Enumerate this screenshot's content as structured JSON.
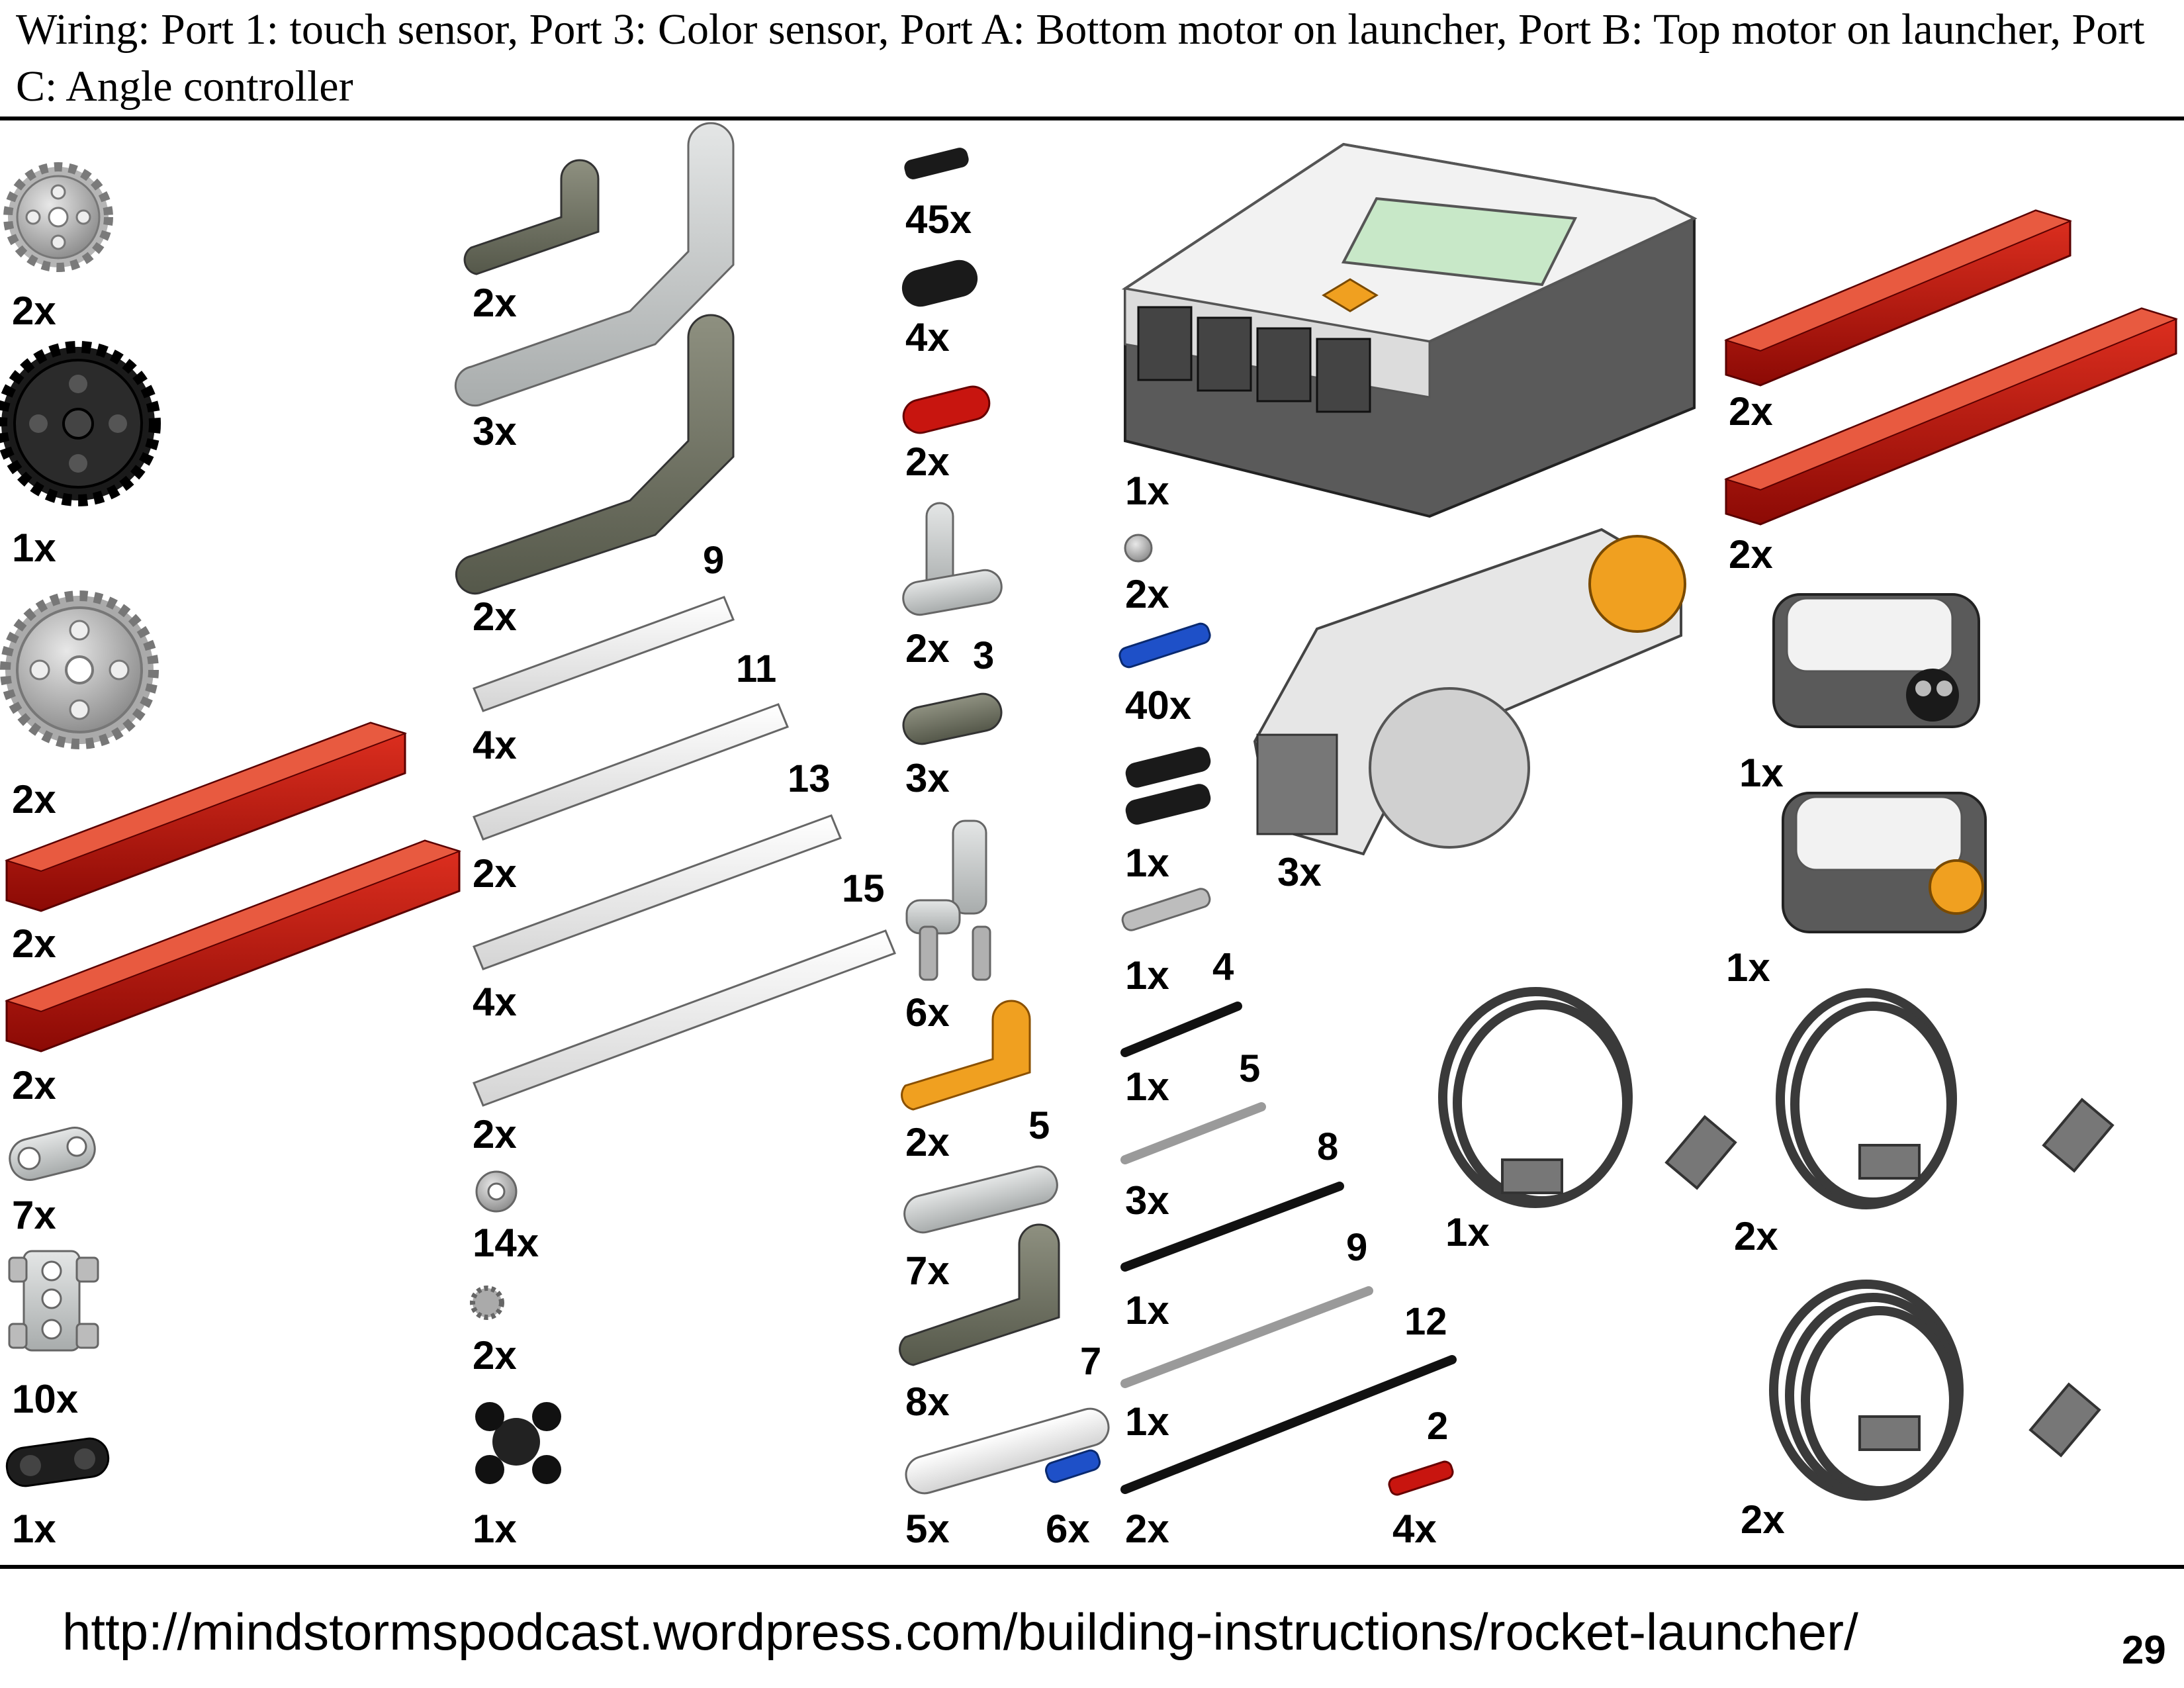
{
  "header": {
    "wiring_text": "Wiring: Port 1: touch sensor, Port 3: Color sensor, Port A: Bottom motor on launcher, Port B: Top motor on launcher, Port C: Angle controller"
  },
  "parts": {
    "col1": [
      {
        "qty": "2x",
        "icon": "gear-24-tooth-icon"
      },
      {
        "qty": "1x",
        "icon": "gear-40-tooth-black-icon"
      },
      {
        "qty": "2x",
        "icon": "gear-40-tooth-gray-icon"
      },
      {
        "qty": "2x",
        "icon": "red-technic-brick-icon"
      },
      {
        "qty": "2x",
        "icon": "red-technic-brick-icon"
      },
      {
        "qty": "7x",
        "icon": "cross-block-icon"
      },
      {
        "qty": "10x",
        "icon": "double-pin-connector-icon"
      },
      {
        "qty": "1x",
        "icon": "black-connector-icon"
      }
    ],
    "col2": [
      {
        "qty": "2x",
        "icon": "dark-l-beam-icon"
      },
      {
        "qty": "3x",
        "icon": "light-angled-beam-icon"
      },
      {
        "qty": "2x",
        "icon": "dark-angled-beam-icon"
      },
      {
        "qty": "4x",
        "len": "9",
        "icon": "beam-9-icon"
      },
      {
        "qty": "2x",
        "len": "11",
        "icon": "beam-11-icon"
      },
      {
        "qty": "4x",
        "len": "13",
        "icon": "beam-13-icon"
      },
      {
        "qty": "2x",
        "len": "15",
        "icon": "beam-15-icon"
      },
      {
        "qty": "14x",
        "icon": "bush-icon"
      },
      {
        "qty": "2x",
        "icon": "small-gear-icon"
      },
      {
        "qty": "1x",
        "icon": "black-hub-icon"
      }
    ],
    "col3": [
      {
        "qty": "45x",
        "icon": "friction-pin-icon"
      },
      {
        "qty": "4x",
        "icon": "black-beam-2-icon"
      },
      {
        "qty": "2x",
        "icon": "red-beam-2-icon"
      },
      {
        "qty": "2x",
        "icon": "t-beam-icon"
      },
      {
        "qty": "3x",
        "len": "3",
        "icon": "dark-beam-3-icon"
      },
      {
        "qty": "6x",
        "icon": "pin-joiner-icon"
      },
      {
        "qty": "2x",
        "icon": "orange-l-beam-icon"
      },
      {
        "qty": "7x",
        "len": "5",
        "icon": "beam-5-icon"
      },
      {
        "qty": "8x",
        "icon": "dark-l-beam-large-icon"
      },
      {
        "qty": "5x",
        "len": "7",
        "icon": "beam-7-icon"
      },
      {
        "qty": "6x",
        "icon": "blue-pin-icon"
      }
    ],
    "col4": [
      {
        "qty": "1x",
        "icon": "nxt-brick-icon"
      },
      {
        "qty": "2x",
        "icon": "gray-bush-icon"
      },
      {
        "qty": "40x",
        "icon": "blue-axle-pin-icon"
      },
      {
        "qty": "1x",
        "icon": "black-cross-connector-icon"
      },
      {
        "qty": "1x",
        "icon": "gray-axle-pin-icon"
      },
      {
        "qty": "1x",
        "len": "4",
        "icon": "axle-4-icon"
      },
      {
        "qty": "3x",
        "len": "5",
        "icon": "axle-5-icon"
      },
      {
        "qty": "1x",
        "len": "8",
        "icon": "axle-8-icon"
      },
      {
        "qty": "1x",
        "len": "9",
        "icon": "axle-9-icon"
      },
      {
        "qty": "2x",
        "len": "12",
        "icon": "axle-12-icon"
      },
      {
        "qty": "4x",
        "len": "2",
        "icon": "red-axle-2-icon"
      },
      {
        "qty": "3x",
        "icon": "servo-motor-icon"
      }
    ],
    "col5": [
      {
        "qty": "2x",
        "icon": "red-technic-brick-icon"
      },
      {
        "qty": "2x",
        "icon": "red-technic-brick-icon"
      },
      {
        "qty": "1x",
        "icon": "ultrasonic-sensor-icon"
      },
      {
        "qty": "1x",
        "icon": "touch-sensor-icon"
      },
      {
        "qty": "1x",
        "icon": "cable-short-icon"
      },
      {
        "qty": "2x",
        "icon": "cable-medium-icon"
      },
      {
        "qty": "2x",
        "icon": "cable-long-icon"
      }
    ]
  },
  "footer": {
    "url": "http://mindstormspodcast.wordpress.com/building-instructions/rocket-launcher/",
    "page_number": "29"
  }
}
